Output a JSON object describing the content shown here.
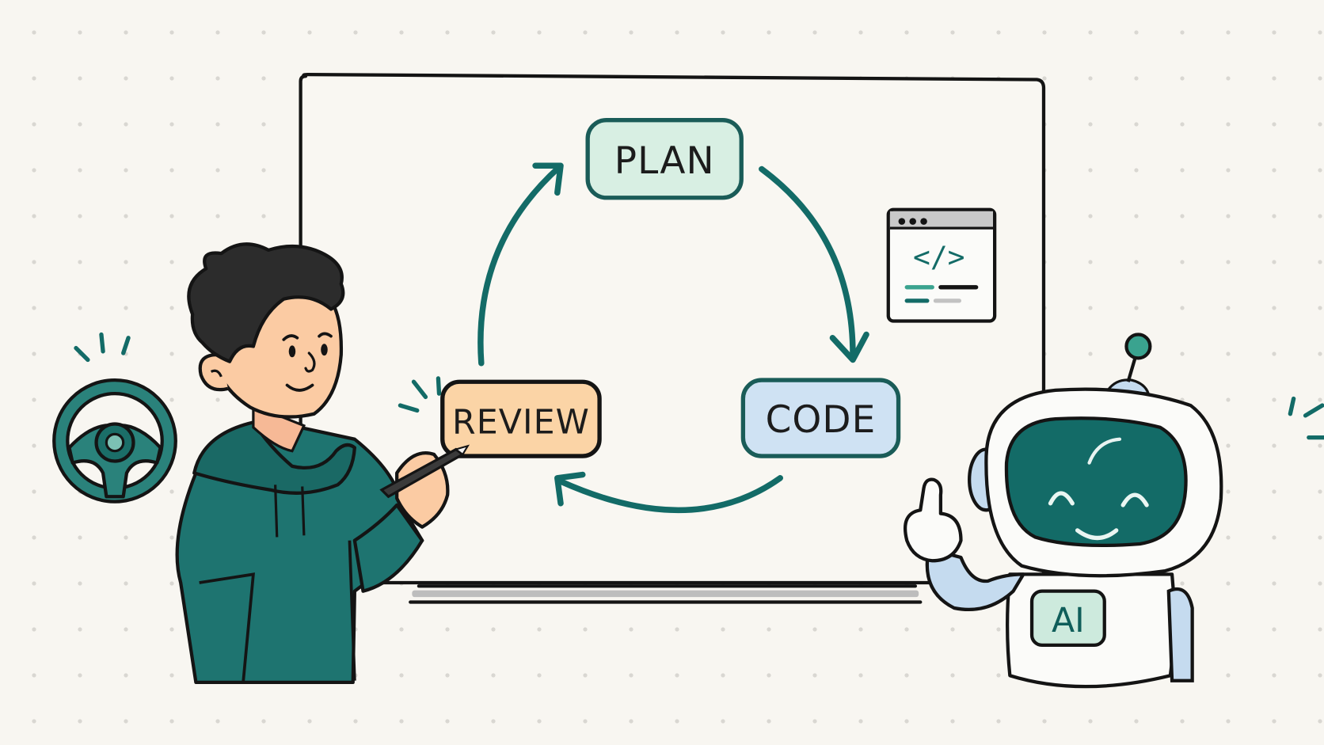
{
  "illustration": {
    "description": "Hand-drawn whiteboard showing a human-AI development cycle",
    "colors": {
      "background": "#f8f6f1",
      "ink": "#141414",
      "teal": "#136b67",
      "teal_light": "#2c8a83",
      "plan_fill": "#d8efe3",
      "code_fill": "#cfe2f3",
      "review_fill": "#fbd4a6",
      "skin": "#fbcba3",
      "hair": "#2c2c2c",
      "robot_accent": "#c5dbef",
      "ai_badge_fill": "#cdeadd",
      "whiteboard_fill": "#f9f7f2",
      "tray_gray": "#bdbdbd"
    }
  },
  "whiteboard": {
    "cycle": {
      "nodes": [
        {
          "id": "plan",
          "label": "PLAN"
        },
        {
          "id": "code",
          "label": "CODE"
        },
        {
          "id": "review",
          "label": "REVIEW"
        }
      ],
      "flow": [
        "PLAN → CODE",
        "CODE → REVIEW",
        "REVIEW → PLAN"
      ]
    },
    "code_window_icon": {
      "glyph": "</>",
      "window_dots": 3
    }
  },
  "human": {
    "role": "developer holding a pen, pointing at REVIEW",
    "side_icon": "steering-wheel-icon"
  },
  "robot": {
    "badge_label": "AI",
    "gesture": "raised index finger"
  }
}
